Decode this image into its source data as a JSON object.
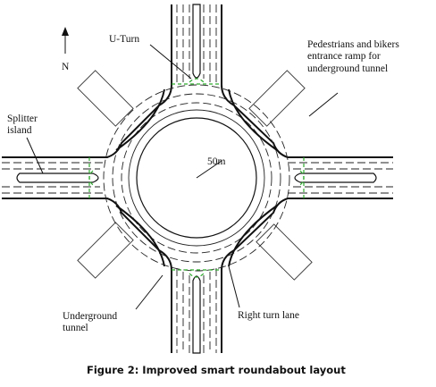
{
  "figure": {
    "caption": "Figure 2: Improved smart roundabout layout",
    "north_label": "N",
    "radius_label": "50m"
  },
  "labels": {
    "u_turn": "U-Turn",
    "pedestrians_line1": "Pedestrians and bikers",
    "pedestrians_line2": "entrance ramp for",
    "pedestrians_line3": "underground tunnel",
    "splitter_line1": "Splitter",
    "splitter_line2": "island",
    "underground_line1": "Underground",
    "underground_line2": "tunnel",
    "right_turn": "Right turn lane"
  },
  "colors": {
    "tunnel_marker": "#2faa2f",
    "line": "#111111"
  }
}
